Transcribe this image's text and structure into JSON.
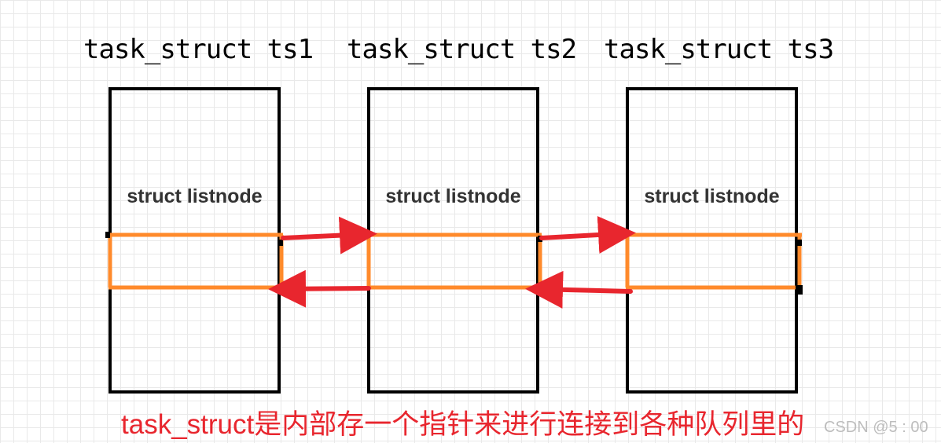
{
  "structs": [
    {
      "title": "task_struct ts1",
      "node_label": "struct listnode"
    },
    {
      "title": "task_struct ts2",
      "node_label": "struct listnode"
    },
    {
      "title": "task_struct ts3",
      "node_label": "struct listnode"
    }
  ],
  "caption": "task_struct是内部存一个指针来进行连接到各种队列里的",
  "watermark": "CSDN @5 : 00",
  "colors": {
    "node_band": "#ff8a2b",
    "arrow": "#e8262e",
    "box_border": "#000000",
    "caption": "#e8262e"
  }
}
